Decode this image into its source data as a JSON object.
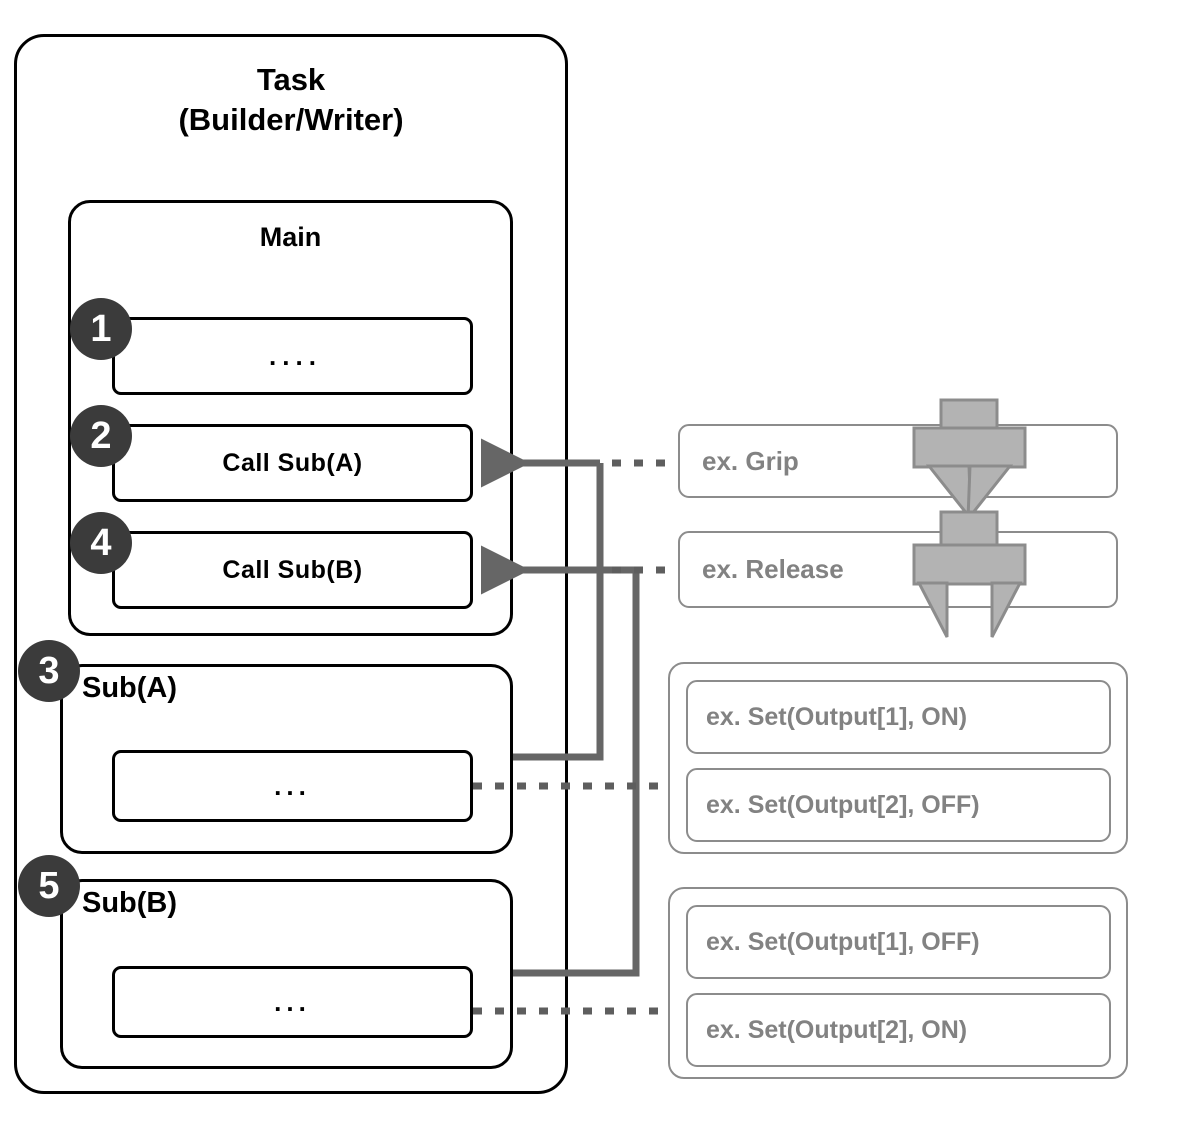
{
  "diagram": {
    "title": "Task\n(Builder/Writer)",
    "main": {
      "title": "Main",
      "statements": [
        {
          "badge": "1",
          "label": "...."
        },
        {
          "badge": "2",
          "label": "Call Sub(A)"
        },
        {
          "badge": "4",
          "label": "Call Sub(B)"
        }
      ]
    },
    "subroutines": [
      {
        "badge": "3",
        "title": "Sub(A)",
        "body": "..."
      },
      {
        "badge": "5",
        "title": "Sub(B)",
        "body": "..."
      }
    ],
    "examples": {
      "grip": {
        "label": "ex. Grip",
        "icon": "gripper-closed-icon"
      },
      "release": {
        "label": "ex. Release",
        "icon": "gripper-open-icon"
      },
      "group_a": [
        "ex. Set(Output[1], ON)",
        "ex. Set(Output[2], OFF)"
      ],
      "group_b": [
        "ex. Set(Output[1], OFF)",
        "ex. Set(Output[2], ON)"
      ]
    },
    "colors": {
      "outline": "#000000",
      "badge_fill": "#3b3b3b",
      "badge_text": "#ffffff",
      "example_text": "#828282",
      "example_border": "#8c8c8c",
      "connector": "#666666",
      "icon_fill": "#b3b3b3",
      "icon_stroke": "#8c8c8c"
    }
  }
}
